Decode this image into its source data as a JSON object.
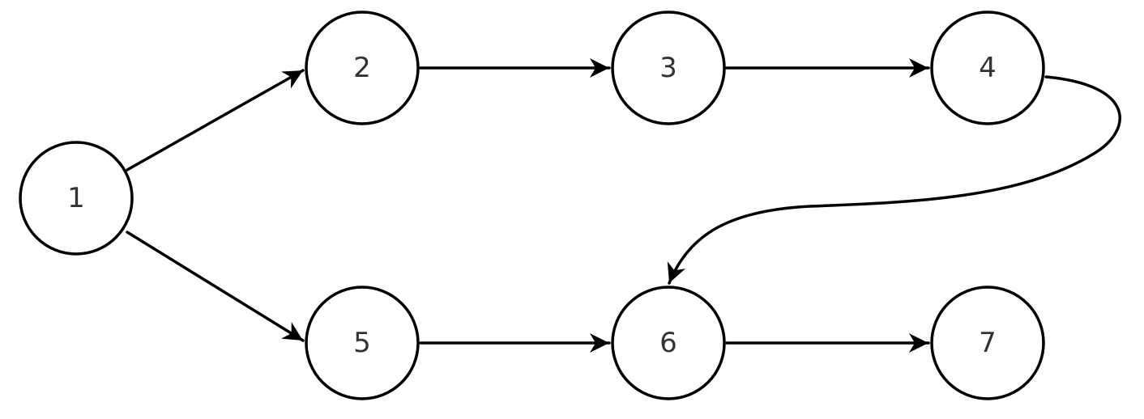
{
  "diagram": {
    "type": "directed-graph",
    "colors": {
      "stroke": "#000000",
      "node_fill": "#ffffff",
      "label": "#333333",
      "background": "#ffffff"
    },
    "nodes": [
      {
        "id": "n1",
        "label": "1"
      },
      {
        "id": "n2",
        "label": "2"
      },
      {
        "id": "n3",
        "label": "3"
      },
      {
        "id": "n4",
        "label": "4"
      },
      {
        "id": "n5",
        "label": "5"
      },
      {
        "id": "n6",
        "label": "6"
      },
      {
        "id": "n7",
        "label": "7"
      }
    ],
    "edges": [
      {
        "from": "1",
        "to": "2"
      },
      {
        "from": "1",
        "to": "5"
      },
      {
        "from": "2",
        "to": "3"
      },
      {
        "from": "3",
        "to": "4"
      },
      {
        "from": "4",
        "to": "6"
      },
      {
        "from": "5",
        "to": "6"
      },
      {
        "from": "6",
        "to": "7"
      }
    ]
  }
}
